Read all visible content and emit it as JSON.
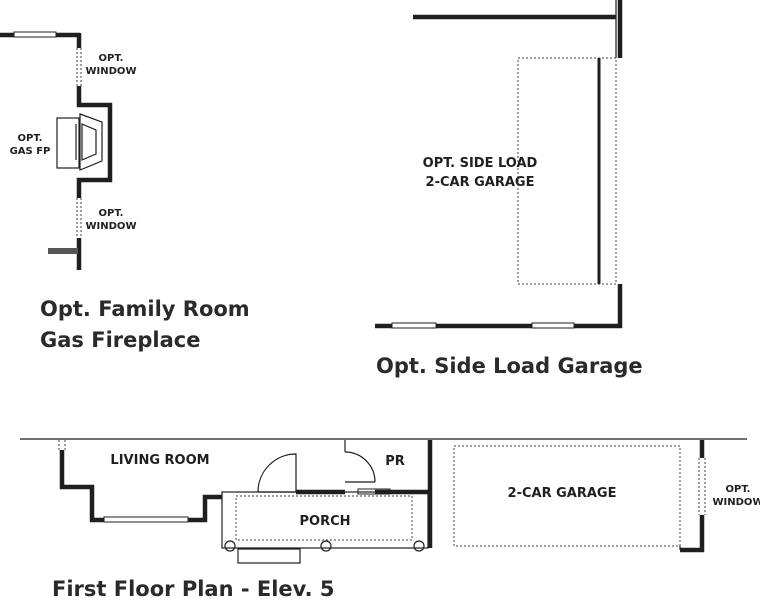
{
  "fireplace_detail": {
    "label_window_top_1": "OPT.",
    "label_window_top_2": "WINDOW",
    "label_fp_1": "OPT.",
    "label_fp_2": "GAS FP",
    "label_window_bottom_1": "OPT.",
    "label_window_bottom_2": "WINDOW",
    "caption_line1": "Opt. Family Room",
    "caption_line2": "Gas Fireplace"
  },
  "garage_detail": {
    "label_line1": "OPT. SIDE LOAD",
    "label_line2": "2-CAR GARAGE",
    "caption": "Opt. Side Load Garage"
  },
  "first_floor": {
    "living_room": "LIVING ROOM",
    "pr": "PR",
    "porch": "PORCH",
    "garage": "2-CAR GARAGE",
    "window_1": "OPT.",
    "window_2": "WINDOW",
    "caption": "First Floor Plan - Elev. 5"
  },
  "colors": {
    "ink": "#1f1f1f",
    "paper": "#ffffff"
  }
}
